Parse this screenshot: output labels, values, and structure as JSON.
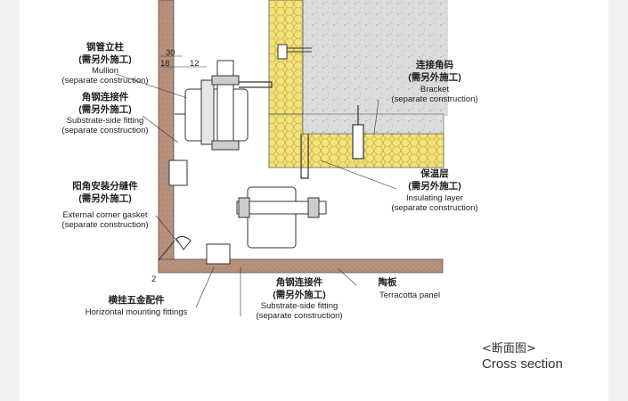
{
  "labels": {
    "mullion_zh": "钢管立柱",
    "mullion_zh2": "(需另外施工)",
    "mullion_en": "Mullion",
    "mullion_en2": "(separate construction)",
    "fitA_zh": "角钢连接件",
    "fitA_zh2": "(需另外施工)",
    "fitA_en": "Substrate-side fitting",
    "fitA_en2": "(separate construction)",
    "gasket_zh": "阳角安装分缝件",
    "gasket_zh2": "(需另外施工)",
    "gasket_en": "External corner gasket",
    "gasket_en2": "(separate construction)",
    "horiz_zh": "横挂五金配件",
    "horiz_en": "Horizontal mounting fittings",
    "fitB_zh": "角钢连接件",
    "fitB_zh2": "(需另外施工)",
    "fitB_en": "Substrate-side fitting",
    "fitB_en2": "(separate construction)",
    "bracket_zh": "连接角码",
    "bracket_zh2": "(需另外施工)",
    "bracket_en": "Bracket",
    "bracket_en2": "(separate construction)",
    "insul_zh": "保温层",
    "insul_zh2": "(需另外施工)",
    "insul_en": "Insulating layer",
    "insul_en2": "(separate construction)",
    "panel_zh": "陶板",
    "panel_en": "Terracotta panel"
  },
  "dimensions": {
    "d30": "30",
    "d18": "18",
    "d12": "12",
    "d2": "2"
  },
  "caption": {
    "zh": "<断面图>",
    "en": "Cross section"
  },
  "colors": {
    "panel": "#b48c78",
    "insulation": "#f3e27a",
    "concrete": "#d9d9d9",
    "line": "#333333"
  }
}
